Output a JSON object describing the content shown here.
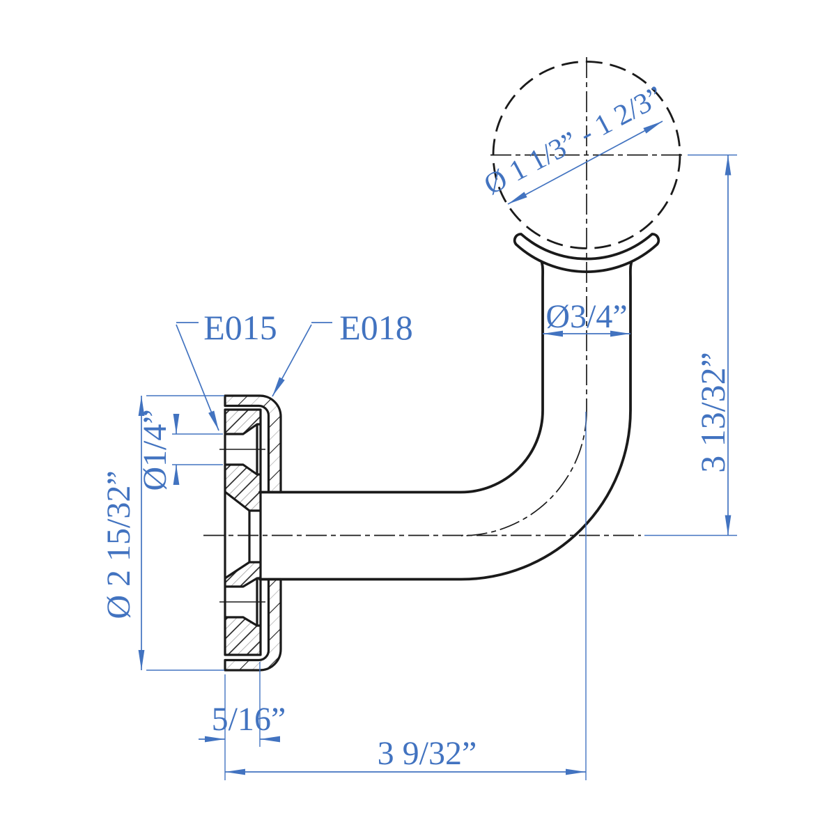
{
  "drawing": {
    "type": "technical-dimension-drawing",
    "subject": "handrail bracket side section view",
    "colors": {
      "accent": "#4273c0",
      "ink": "#1a1a1a",
      "hatch-light": "#a8a8a8",
      "paper": "#ffffff"
    },
    "labels": {
      "part_plate": "E015",
      "part_cap": "E018"
    },
    "dimensions": {
      "ball_diameter": "Ø 1 1/3” - 1 2/3”",
      "pipe_diameter": "Ø3/4”",
      "height": "3 13/32”",
      "screw_hole_diameter": "Ø1/4”",
      "plate_diameter": "Ø 2 15/32”",
      "plate_thickness": "5/16”",
      "projection": "3 9/32”"
    }
  }
}
